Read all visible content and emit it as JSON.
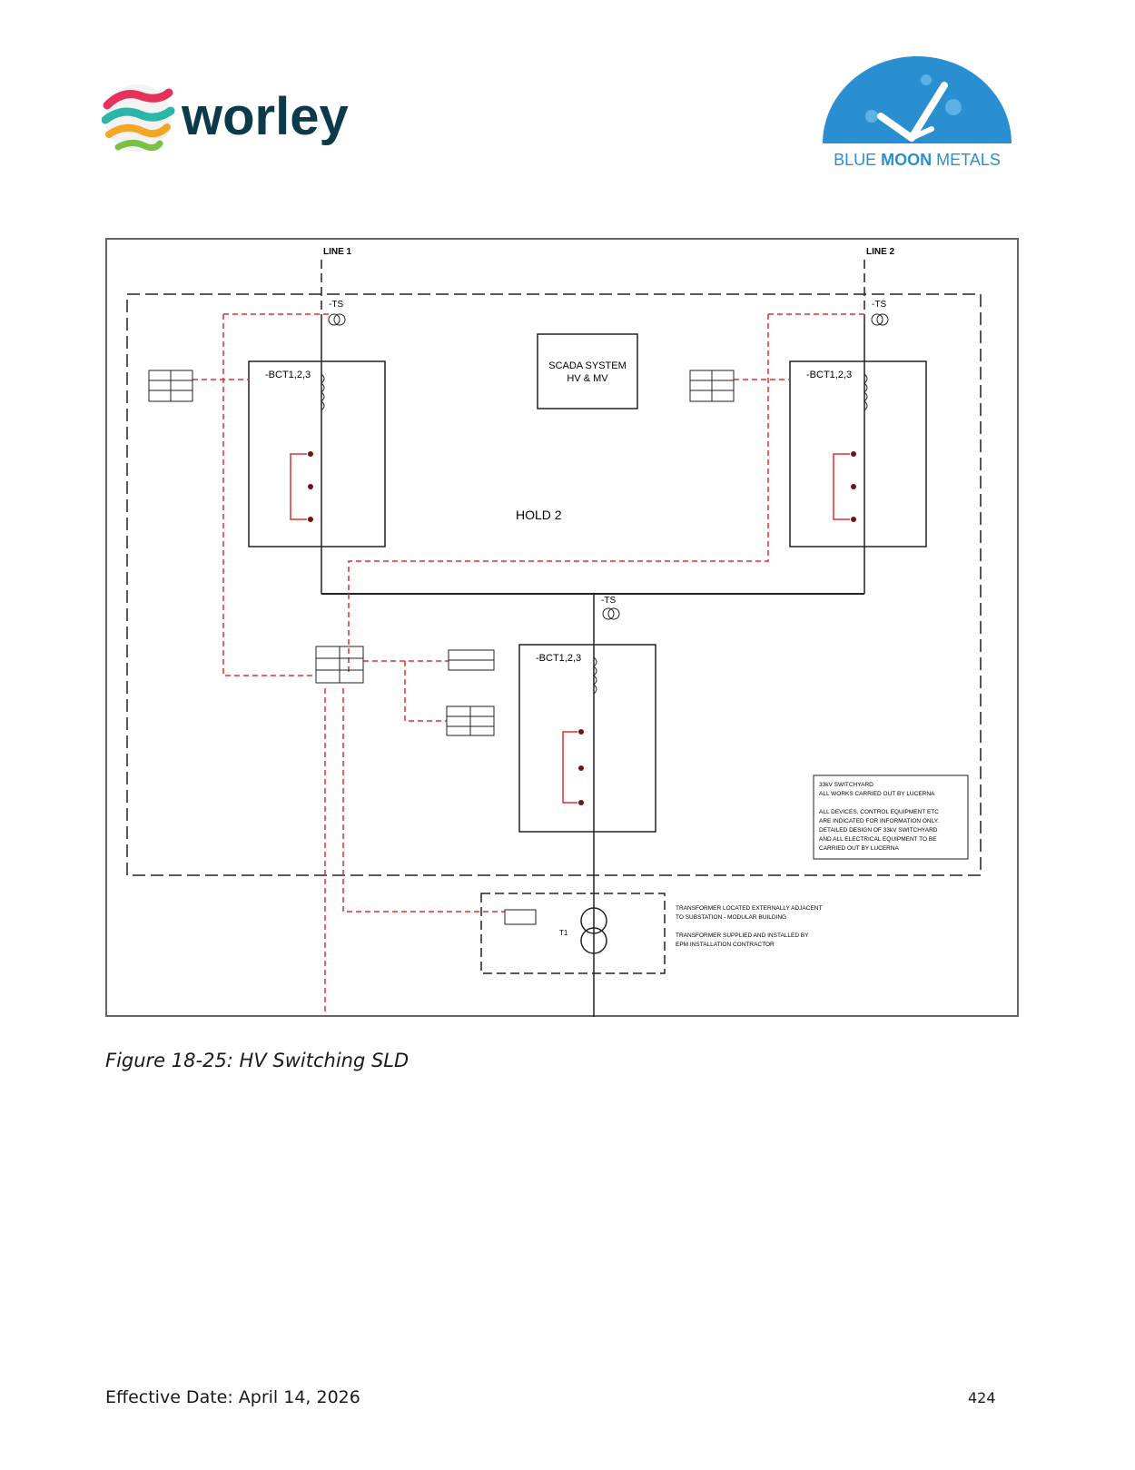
{
  "header": {
    "left_logo": {
      "wordmark": "worley",
      "icon": "swirl-globe-icon",
      "colors": [
        "#e6325a",
        "#2bb6a8",
        "#f5a623",
        "#7bc043",
        "#0b3a4a"
      ]
    },
    "right_logo": {
      "wordmark_light": "BLUE ",
      "wordmark_bold": "MOON",
      "wordmark_end": " METALS",
      "icon": "moon-pickaxe-icon",
      "color": "#2a8fd0"
    }
  },
  "diagram": {
    "line1_label": "LINE 1",
    "line2_label": "LINE 2",
    "ts_label": "-TS",
    "bct_label": "-BCT1,2,3",
    "scada_title_line1": "SCADA SYSTEM",
    "scada_title_line2": "HV & MV",
    "hold_label": "HOLD 2",
    "transformer_label": "T1",
    "notes": {
      "line1": "TRANSFORMER LOCATED EXTERNALLY ADJACENT",
      "line2": "TO SUBSTATION - MODULAR BUILDING",
      "line3": "TRANSFORMER SUPPLIED AND INSTALLED BY",
      "line4": "EPM INSTALLATION CONTRACTOR"
    },
    "yard_note": {
      "line1": "33kV SWITCHYARD",
      "line2": "ALL WORKS CARRIED OUT BY LUCERNA",
      "line3": "ALL DEVICES, CONTROL EQUIPMENT ETC",
      "line4": "ARE INDICATED FOR INFORMATION ONLY.",
      "line5": "DETAILED DESIGN OF 33kV SWITCHYARD",
      "line6": "AND ALL ELECTRICAL EQUIPMENT TO BE",
      "line7": "CARRIED OUT BY LUCERNA"
    },
    "colors": {
      "line": "#222222",
      "control": "#e03030"
    }
  },
  "caption": "Figure 18-25: HV Switching SLD",
  "footer": {
    "effective_date": "Effective Date: April 14, 2026",
    "page_number": "424"
  }
}
